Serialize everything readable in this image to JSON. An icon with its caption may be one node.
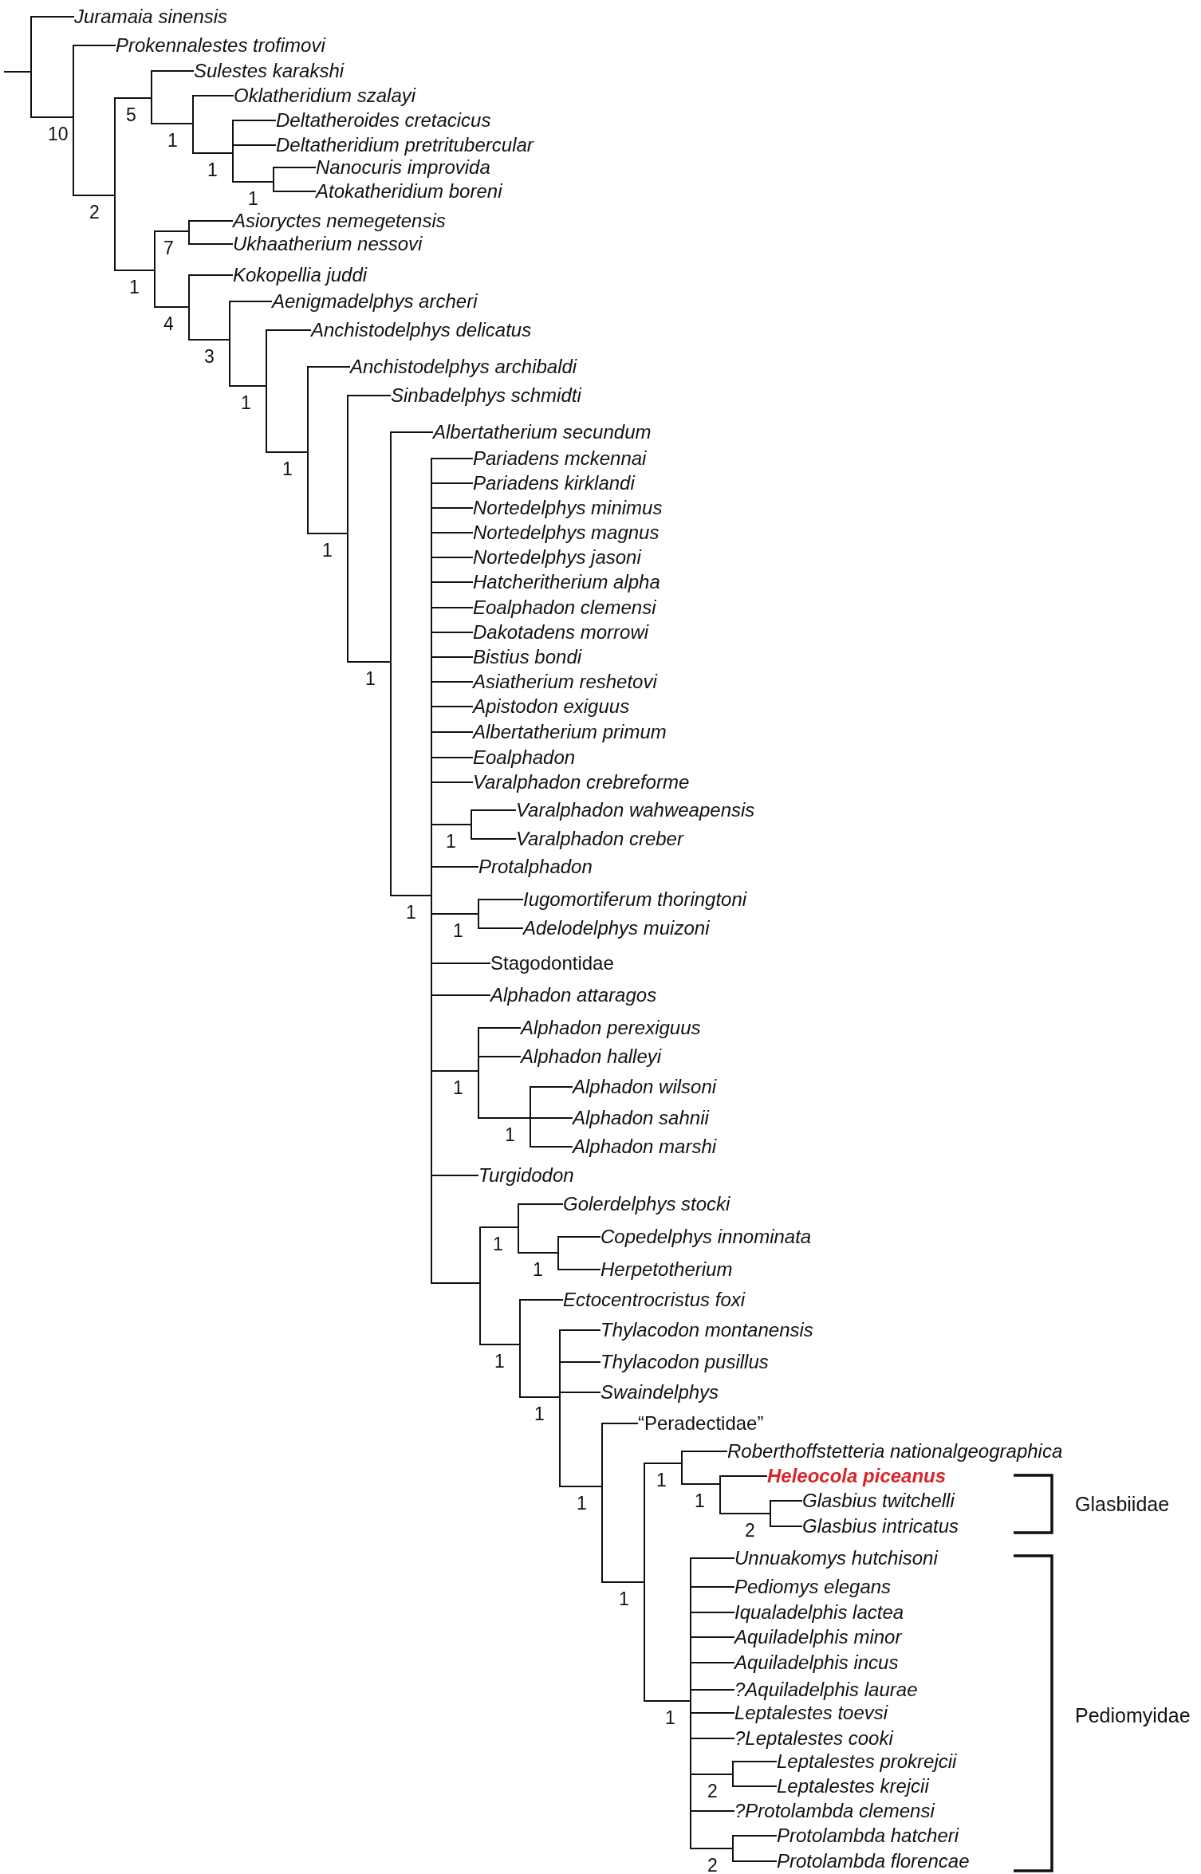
{
  "diagram": {
    "nodes": [
      {
        "text": [],
        "shape": "bar"
      },
      {
        "text": [
          "Juramaia sinensis"
        ]
      },
      {
        "text": [],
        "shape": "bar",
        "beside": [
          "10"
        ]
      },
      {
        "text": [
          "Prokennalestes trofimovi"
        ]
      },
      {
        "text": [],
        "shape": "bar",
        "beside": [
          "2"
        ]
      },
      {
        "text": [],
        "shape": "bar",
        "beside": [
          "5"
        ]
      },
      {
        "text": [
          "Sulestes karakshi"
        ]
      },
      {
        "text": [],
        "shape": "bar",
        "beside": [
          "1"
        ]
      },
      {
        "text": [
          "Oklatheridium szalayi"
        ]
      },
      {
        "text": [],
        "shape": "bar",
        "beside": [
          "1"
        ]
      },
      {
        "text": [
          "Deltatheroides cretacicus"
        ]
      },
      {
        "text": [
          "Deltatheridium pretritubercular"
        ]
      },
      {
        "text": [],
        "shape": "bar",
        "beside": [
          "1"
        ]
      },
      {
        "text": [
          "Nanocuris improvida"
        ]
      },
      {
        "text": [
          "Atokatheridium boreni"
        ]
      },
      {
        "text": [],
        "shape": "bar",
        "beside": [
          "1"
        ]
      },
      {
        "text": [],
        "shape": "bar",
        "beside": [
          "7"
        ]
      },
      {
        "text": [
          "Asioryctes nemegetensis"
        ]
      },
      {
        "text": [
          "Ukhaatherium nessovi"
        ]
      },
      {
        "text": [],
        "shape": "bar",
        "beside": [
          "4"
        ]
      },
      {
        "text": [
          "Kokopellia juddi"
        ]
      },
      {
        "text": [],
        "shape": "bar",
        "beside": [
          "3"
        ]
      },
      {
        "text": [
          "Aenigmadelphys archeri"
        ]
      },
      {
        "text": [],
        "shape": "bar",
        "beside": [
          "1"
        ]
      },
      {
        "text": [
          "Anchistodelphys delicatus"
        ]
      },
      {
        "text": [],
        "shape": "bar",
        "beside": [
          "1"
        ]
      },
      {
        "text": [
          "Anchistodelphys archibaldi"
        ]
      },
      {
        "text": [],
        "shape": "bar",
        "beside": [
          "1"
        ]
      },
      {
        "text": [
          "Sinbadelphys schmidti"
        ]
      },
      {
        "text": [],
        "shape": "bar",
        "beside": [
          "1"
        ]
      },
      {
        "text": [
          "Albertatherium secundum"
        ]
      },
      {
        "text": [],
        "shape": "bar",
        "beside": [
          "1"
        ]
      },
      {
        "text": [
          "Pariadens mckennai"
        ]
      },
      {
        "text": [
          "Pariadens kirklandi"
        ]
      },
      {
        "text": [
          "Nortedelphys minimus"
        ]
      },
      {
        "text": [
          "Nortedelphys magnus"
        ]
      },
      {
        "text": [
          "Nortedelphys jasoni"
        ]
      },
      {
        "text": [
          "Hatcheritherium alpha"
        ]
      },
      {
        "text": [
          "Eoalphadon clemensi"
        ]
      },
      {
        "text": [
          "Dakotadens morrowi"
        ]
      },
      {
        "text": [
          "Bistius bondi"
        ]
      },
      {
        "text": [
          "Asiatherium reshetovi"
        ]
      },
      {
        "text": [
          "Apistodon exiguus"
        ]
      },
      {
        "text": [
          "Albertatherium primum"
        ]
      },
      {
        "text": [
          "Eoalphadon"
        ]
      },
      {
        "text": [
          "Varalphadon crebreforme"
        ]
      },
      {
        "text": [],
        "shape": "bar",
        "beside": [
          "1"
        ]
      },
      {
        "text": [
          "Varalphadon wahweapensis"
        ]
      },
      {
        "text": [
          "Varalphadon creber"
        ]
      },
      {
        "text": [
          "Protalphadon"
        ]
      },
      {
        "text": [],
        "shape": "bar",
        "beside": [
          "1"
        ]
      },
      {
        "text": [
          "Iugomortiferum thoringtoni"
        ]
      },
      {
        "text": [
          "Adelodelphys muizoni"
        ]
      },
      {
        "text": [
          "Stagodontidae"
        ]
      },
      {
        "text": [
          "Alphadon attaragos"
        ]
      },
      {
        "text": [],
        "shape": "bar",
        "beside": [
          "1"
        ]
      },
      {
        "text": [
          "Alphadon perexiguus"
        ]
      },
      {
        "text": [
          "Alphadon halleyi"
        ]
      },
      {
        "text": [],
        "shape": "bar",
        "beside": [
          "1"
        ]
      },
      {
        "text": [
          "Alphadon wilsoni"
        ]
      },
      {
        "text": [
          "Alphadon sahnii"
        ]
      },
      {
        "text": [
          "Alphadon marshi"
        ]
      },
      {
        "text": [
          "Turgidodon"
        ]
      },
      {
        "text": [],
        "shape": "bar"
      },
      {
        "text": [],
        "shape": "bar",
        "beside": [
          "1"
        ]
      },
      {
        "text": [
          "Golerdelphys stocki"
        ]
      },
      {
        "text": [],
        "shape": "bar",
        "beside": [
          "1"
        ]
      },
      {
        "text": [
          "Copedelphys innominata"
        ]
      },
      {
        "text": [
          "Herpetotherium"
        ]
      },
      {
        "text": [],
        "shape": "bar",
        "beside": [
          "1"
        ]
      },
      {
        "text": [
          "Ectocentrocristus foxi"
        ]
      },
      {
        "text": [],
        "shape": "bar",
        "beside": [
          "1"
        ]
      },
      {
        "text": [
          "Thylacodon montanensis"
        ]
      },
      {
        "text": [
          "Thylacodon pusillus"
        ]
      },
      {
        "text": [
          "Swaindelphys"
        ]
      },
      {
        "text": [],
        "shape": "bar",
        "beside": [
          "1"
        ]
      },
      {
        "text": [
          "“Peradectidae”"
        ]
      },
      {
        "text": [],
        "shape": "bar",
        "beside": [
          "1"
        ]
      },
      {
        "text": [],
        "shape": "bar",
        "beside": [
          "1"
        ]
      },
      {
        "text": [
          "Roberthoffstetteria nationalgeographica"
        ]
      },
      {
        "text": [],
        "shape": "bar",
        "beside": [
          "1"
        ]
      },
      {
        "text": [
          "Heleocola piceanus"
        ]
      },
      {
        "text": [],
        "shape": "bar",
        "beside": [
          "2"
        ]
      },
      {
        "text": [
          "Glasbius twitchelli"
        ]
      },
      {
        "text": [
          "Glasbius intricatus"
        ]
      },
      {
        "text": [],
        "shape": "bar",
        "beside": [
          "1"
        ]
      },
      {
        "text": [
          "Unnuakomys hutchisoni"
        ]
      },
      {
        "text": [
          "Pediomys elegans"
        ]
      },
      {
        "text": [
          "Iqualadelphis lactea"
        ]
      },
      {
        "text": [
          "Aquiladelphis minor"
        ]
      },
      {
        "text": [
          "Aquiladelphis incus"
        ]
      },
      {
        "text": [
          "?Aquiladelphis laurae"
        ]
      },
      {
        "text": [
          "Leptalestes toevsi"
        ]
      },
      {
        "text": [
          "?Leptalestes cooki"
        ]
      },
      {
        "text": [],
        "shape": "bar",
        "beside": [
          "2"
        ]
      },
      {
        "text": [
          "Leptalestes prokrejcii"
        ]
      },
      {
        "text": [
          "Leptalestes krejcii"
        ]
      },
      {
        "text": [
          "?Protolambda clemensi"
        ]
      },
      {
        "text": [],
        "shape": "bar",
        "beside": [
          "2"
        ]
      },
      {
        "text": [
          "Protolambda hatcheri"
        ]
      },
      {
        "text": [
          "Protolambda florencae"
        ]
      }
    ],
    "edges": [
      {
        "from": null,
        "to": 0,
        "arrow": "none"
      },
      {
        "from": 0,
        "to": 1,
        "arrow": "none"
      },
      {
        "from": 0,
        "to": 2,
        "arrow": "none"
      },
      {
        "from": 2,
        "to": 3,
        "arrow": "none"
      },
      {
        "from": 2,
        "to": 4,
        "arrow": "none"
      },
      {
        "from": 4,
        "to": 5,
        "arrow": "none"
      },
      {
        "from": 4,
        "to": 15,
        "arrow": "none"
      },
      {
        "from": 5,
        "to": 6,
        "arrow": "none"
      },
      {
        "from": 5,
        "to": 7,
        "arrow": "none"
      },
      {
        "from": 7,
        "to": 8,
        "arrow": "none"
      },
      {
        "from": 7,
        "to": 9,
        "arrow": "none"
      },
      {
        "from": 9,
        "to": 10,
        "arrow": "none"
      },
      {
        "from": 9,
        "to": 11,
        "arrow": "none"
      },
      {
        "from": 9,
        "to": 12,
        "arrow": "none"
      },
      {
        "from": 12,
        "to": 13,
        "arrow": "none"
      },
      {
        "from": 12,
        "to": 14,
        "arrow": "none"
      },
      {
        "from": 15,
        "to": 16,
        "arrow": "none"
      },
      {
        "from": 15,
        "to": 19,
        "arrow": "none"
      },
      {
        "from": 16,
        "to": 17,
        "arrow": "none"
      },
      {
        "from": 16,
        "to": 18,
        "arrow": "none"
      },
      {
        "from": 19,
        "to": 20,
        "arrow": "none"
      },
      {
        "from": 19,
        "to": 21,
        "arrow": "none"
      },
      {
        "from": 21,
        "to": 22,
        "arrow": "none"
      },
      {
        "from": 21,
        "to": 23,
        "arrow": "none"
      },
      {
        "from": 23,
        "to": 24,
        "arrow": "none"
      },
      {
        "from": 23,
        "to": 25,
        "arrow": "none"
      },
      {
        "from": 25,
        "to": 26,
        "arrow": "none"
      },
      {
        "from": 25,
        "to": 27,
        "arrow": "none"
      },
      {
        "from": 27,
        "to": 28,
        "arrow": "none"
      },
      {
        "from": 27,
        "to": 29,
        "arrow": "none"
      },
      {
        "from": 29,
        "to": 30,
        "arrow": "none"
      },
      {
        "from": 29,
        "to": 31,
        "arrow": "none"
      },
      {
        "from": 31,
        "to": 32,
        "arrow": "none"
      },
      {
        "from": 31,
        "to": 33,
        "arrow": "none"
      },
      {
        "from": 31,
        "to": 34,
        "arrow": "none"
      },
      {
        "from": 31,
        "to": 35,
        "arrow": "none"
      },
      {
        "from": 31,
        "to": 36,
        "arrow": "none"
      },
      {
        "from": 31,
        "to": 37,
        "arrow": "none"
      },
      {
        "from": 31,
        "to": 38,
        "arrow": "none"
      },
      {
        "from": 31,
        "to": 39,
        "arrow": "none"
      },
      {
        "from": 31,
        "to": 40,
        "arrow": "none"
      },
      {
        "from": 31,
        "to": 41,
        "arrow": "none"
      },
      {
        "from": 31,
        "to": 42,
        "arrow": "none"
      },
      {
        "from": 31,
        "to": 43,
        "arrow": "none"
      },
      {
        "from": 31,
        "to": 44,
        "arrow": "none"
      },
      {
        "from": 31,
        "to": 45,
        "arrow": "none"
      },
      {
        "from": 31,
        "to": 46,
        "arrow": "none"
      },
      {
        "from": 31,
        "to": 49,
        "arrow": "none"
      },
      {
        "from": 31,
        "to": 50,
        "arrow": "none"
      },
      {
        "from": 31,
        "to": 53,
        "arrow": "none"
      },
      {
        "from": 31,
        "to": 54,
        "arrow": "none"
      },
      {
        "from": 31,
        "to": 55,
        "arrow": "none"
      },
      {
        "from": 31,
        "to": 62,
        "arrow": "none"
      },
      {
        "from": 31,
        "to": 63,
        "arrow": "none"
      },
      {
        "from": 46,
        "to": 47,
        "arrow": "none"
      },
      {
        "from": 46,
        "to": 48,
        "arrow": "none"
      },
      {
        "from": 50,
        "to": 51,
        "arrow": "none"
      },
      {
        "from": 50,
        "to": 52,
        "arrow": "none"
      },
      {
        "from": 55,
        "to": 56,
        "arrow": "none"
      },
      {
        "from": 55,
        "to": 57,
        "arrow": "none"
      },
      {
        "from": 55,
        "to": 58,
        "arrow": "none"
      },
      {
        "from": 58,
        "to": 59,
        "arrow": "none"
      },
      {
        "from": 58,
        "to": 60,
        "arrow": "none"
      },
      {
        "from": 58,
        "to": 61,
        "arrow": "none"
      },
      {
        "from": 63,
        "to": 64,
        "arrow": "none"
      },
      {
        "from": 63,
        "to": 69,
        "arrow": "none"
      },
      {
        "from": 64,
        "to": 65,
        "arrow": "none"
      },
      {
        "from": 64,
        "to": 66,
        "arrow": "none"
      },
      {
        "from": 66,
        "to": 67,
        "arrow": "none"
      },
      {
        "from": 66,
        "to": 68,
        "arrow": "none"
      },
      {
        "from": 69,
        "to": 70,
        "arrow": "none"
      },
      {
        "from": 69,
        "to": 71,
        "arrow": "none"
      },
      {
        "from": 71,
        "to": 72,
        "arrow": "none"
      },
      {
        "from": 71,
        "to": 73,
        "arrow": "none"
      },
      {
        "from": 71,
        "to": 74,
        "arrow": "none"
      },
      {
        "from": 71,
        "to": 75,
        "arrow": "none"
      },
      {
        "from": 75,
        "to": 76,
        "arrow": "none"
      },
      {
        "from": 75,
        "to": 77,
        "arrow": "none"
      },
      {
        "from": 77,
        "to": 78,
        "arrow": "none"
      },
      {
        "from": 77,
        "to": 85,
        "arrow": "none"
      },
      {
        "from": 78,
        "to": 79,
        "arrow": "none"
      },
      {
        "from": 78,
        "to": 80,
        "arrow": "none"
      },
      {
        "from": 80,
        "to": 81,
        "arrow": "none"
      },
      {
        "from": 80,
        "to": 82,
        "arrow": "none"
      },
      {
        "from": 82,
        "to": 83,
        "arrow": "none"
      },
      {
        "from": 82,
        "to": 84,
        "arrow": "none"
      },
      {
        "from": 85,
        "to": 86,
        "arrow": "none"
      },
      {
        "from": 85,
        "to": 87,
        "arrow": "none"
      },
      {
        "from": 85,
        "to": 88,
        "arrow": "none"
      },
      {
        "from": 85,
        "to": 89,
        "arrow": "none"
      },
      {
        "from": 85,
        "to": 90,
        "arrow": "none"
      },
      {
        "from": 85,
        "to": 91,
        "arrow": "none"
      },
      {
        "from": 85,
        "to": 92,
        "arrow": "none"
      },
      {
        "from": 85,
        "to": 93,
        "arrow": "none"
      },
      {
        "from": 85,
        "to": 94,
        "arrow": "none"
      },
      {
        "from": 85,
        "to": 97,
        "arrow": "none"
      },
      {
        "from": 85,
        "to": 98,
        "arrow": "none"
      },
      {
        "from": 94,
        "to": 95,
        "arrow": "none"
      },
      {
        "from": 94,
        "to": 96,
        "arrow": "none"
      },
      {
        "from": 98,
        "to": 99,
        "arrow": "none"
      },
      {
        "from": 98,
        "to": 100,
        "arrow": "none"
      }
    ],
    "labels": [
      "Glasbiidae",
      "Pediomyidae"
    ]
  }
}
